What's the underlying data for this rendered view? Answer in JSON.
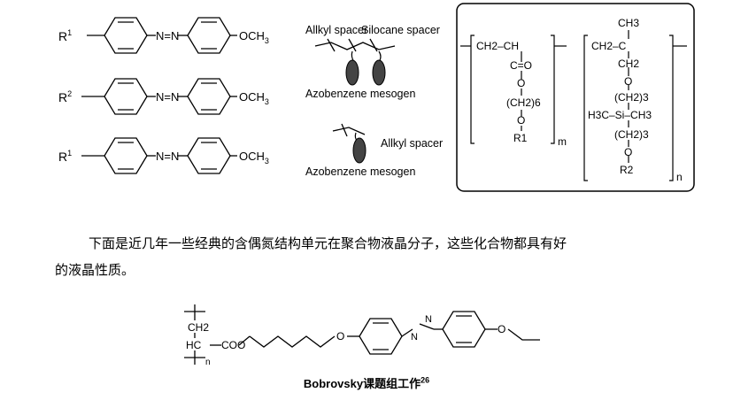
{
  "scheme": {
    "row1": {
      "left": "R",
      "left_sup": "1",
      "azo": "N=N",
      "right": "OCH",
      "right_sub": "3"
    },
    "row2": {
      "left": "R",
      "left_sup": "2",
      "azo": "N=N",
      "right": "OCH",
      "right_sub": "3"
    },
    "row3": {
      "left": "R",
      "left_sup": "1",
      "azo": "N=N",
      "right": "OCH",
      "right_sub": "3"
    },
    "cartoon": {
      "alkyl_spacer": "Allkyl spacer",
      "silocane_spacer": "Silocane spacer",
      "mesogen_label_1": "Azobenzene mesogen",
      "alkyl_spacer_2": "Allkyl spacer",
      "mesogen_label_2": "Azobenzene mesogen"
    },
    "polymer": {
      "ch2_ch": "CH2–CH",
      "carbonyl": "C=O",
      "o1": "O",
      "ch2_6": "(CH2)6",
      "o2": "O",
      "r1": "R1",
      "m": "m",
      "ch3": "CH3",
      "ch2_c": "CH2–C",
      "ch2": "CH2",
      "o3": "O",
      "ch2_3a": "(CH2)3",
      "si": "H3C–Si–CH3",
      "ch2_3b": "(CH2)3",
      "o4": "O",
      "r2": "R2",
      "n": "n"
    }
  },
  "paragraph": {
    "line1": "下面是近几年一些经典的含偶氮结构单元在聚合物液晶分子，这些化合物都具有好",
    "line2": "的液晶性质。"
  },
  "bottom_structure": {
    "ch2": "CH2",
    "hc": "HC",
    "coo": "COO",
    "n": "n",
    "o": "O",
    "azo_n1": "N",
    "azo_n2": "N",
    "o_end": "O"
  },
  "caption": {
    "text": "Bobrovsky课题组工作",
    "ref": "26"
  }
}
